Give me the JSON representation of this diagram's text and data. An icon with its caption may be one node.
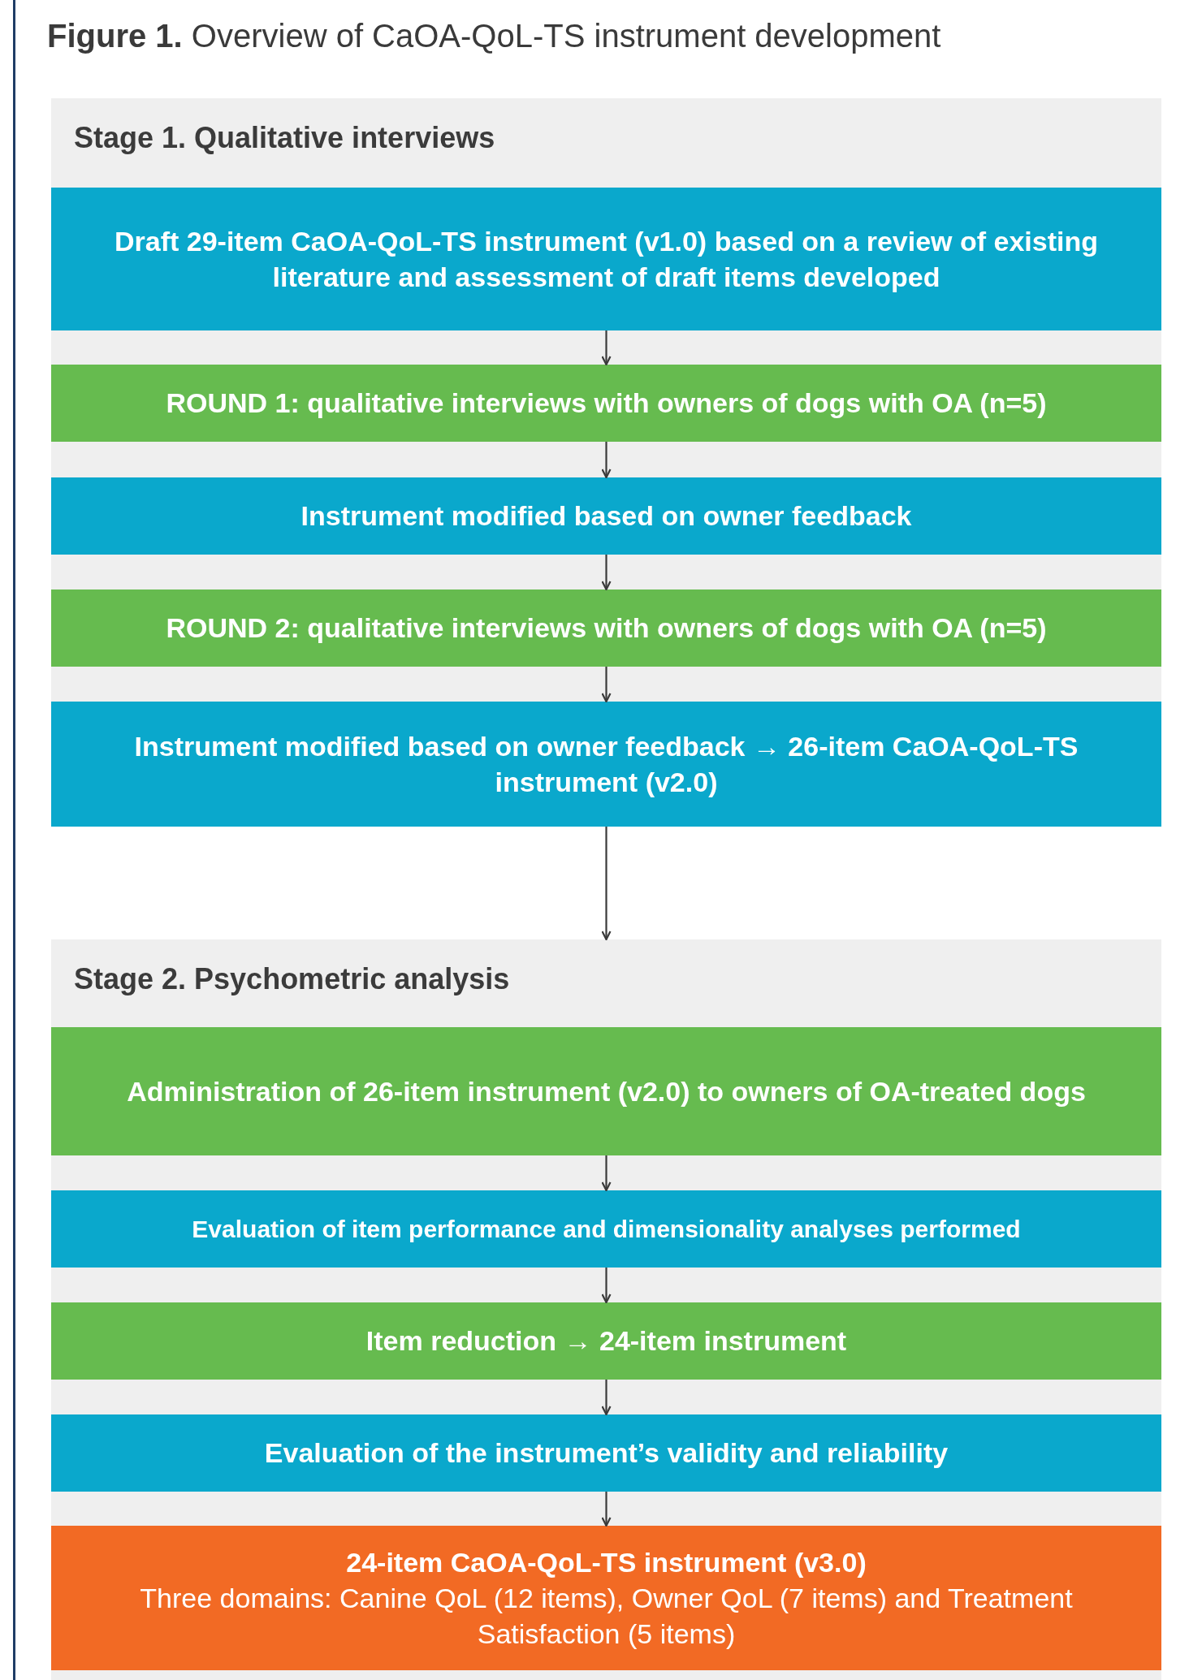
{
  "diagram": {
    "title": "**Figure 1.** Overview of CaOA-QoL-TS instrument development",
    "nodes": [
      {
        "text": [
          "Stage 1. Qualitative interviews"
        ]
      },
      {
        "text": [
          "Draft 29-item CaOA-QoL-TS instrument (v1.0) based on a review of existing literature and assessment of draft items developed"
        ],
        "in": 0
      },
      {
        "text": [
          "ROUND 1: qualitative interviews with owners of dogs with OA (n=5)"
        ],
        "in": 0
      },
      {
        "text": [
          "Instrument modified based on owner feedback"
        ],
        "in": 0
      },
      {
        "text": [
          "ROUND 2: qualitative interviews with owners of dogs with OA (n=5)"
        ],
        "in": 0
      },
      {
        "text": [
          "Instrument modified based on owner feedback → 26-item CaOA-QoL-TS instrument (v2.0)"
        ],
        "in": 0
      },
      {
        "text": [
          "Stage 2. Psychometric analysis"
        ]
      },
      {
        "text": [
          "Administration of 26-item instrument (v2.0) to owners of OA-treated dogs"
        ],
        "in": 6
      },
      {
        "text": [
          "Evaluation of item performance and dimensionality analyses performed"
        ],
        "in": 6
      },
      {
        "text": [
          "Item reduction → 24-item instrument"
        ],
        "in": 6
      },
      {
        "text": [
          "Evaluation of the instrument’s validity and reliability"
        ],
        "in": 6
      },
      {
        "text": [
          "24-item CaOA-QoL-TS instrument (v3.0)",
          "Three domains: Canine QoL (12 items), Owner QoL (7 items) and Treatment Satisfaction (5 items)"
        ],
        "in": 6
      }
    ],
    "edges": [
      {
        "from": 1,
        "to": 2,
        "arrow": "to"
      },
      {
        "from": 2,
        "to": 3,
        "arrow": "to"
      },
      {
        "from": 3,
        "to": 4,
        "arrow": "to"
      },
      {
        "from": 4,
        "to": 5,
        "arrow": "to"
      },
      {
        "from": 5,
        "to": 6,
        "arrow": "to"
      },
      {
        "from": 7,
        "to": 8,
        "arrow": "to"
      },
      {
        "from": 8,
        "to": 9,
        "arrow": "to"
      },
      {
        "from": 9,
        "to": 10,
        "arrow": "to"
      },
      {
        "from": 10,
        "to": 11,
        "arrow": "to"
      }
    ]
  }
}
